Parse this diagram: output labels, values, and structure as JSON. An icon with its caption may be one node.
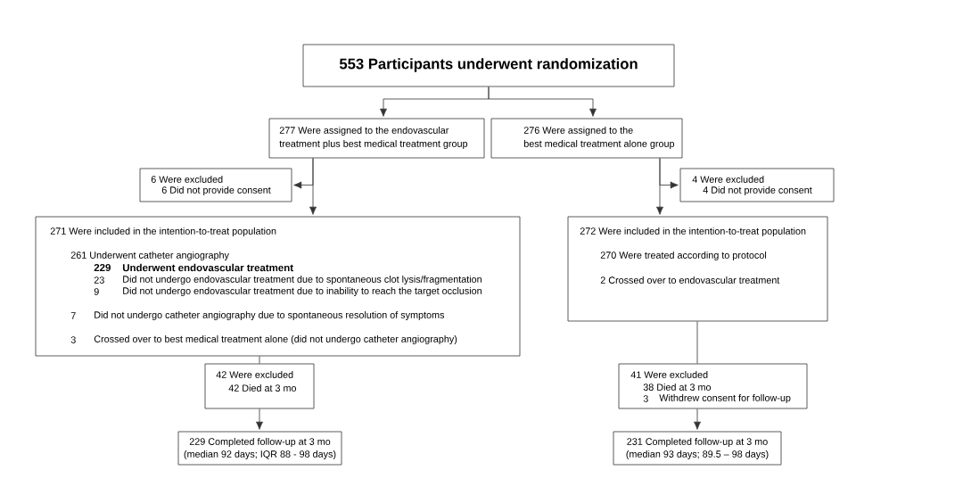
{
  "diagram": {
    "nodes": [
      {
        "text": [
          "553 Participants underwent randomization"
        ]
      },
      {
        "text": [
          "277 Were assigned to the endovascular",
          "treatment plus best medical treatment group"
        ]
      },
      {
        "text": [
          "276 Were assigned to the",
          "best medical treatment alone group"
        ]
      },
      {
        "text": [
          "6 Were excluded",
          "6 Did not provide consent"
        ]
      },
      {
        "text": [
          "4 Were excluded",
          "4 Did not provide consent"
        ]
      },
      {
        "text": [
          "271 Were included in the intention-to-treat population",
          "261 Underwent catheter angiography",
          "229",
          "Underwent endovascular treatment",
          "23",
          "Did not undergo endovascular treatment due to spontaneous clot lysis/fragmentation",
          "9",
          "Did not undergo endovascular treatment due to inability to reach the target occlusion",
          "7",
          "Did not undergo catheter angiography due to spontaneous resolution of symptoms",
          "3",
          "Crossed over to best medical treatment alone (did not undergo catheter angiography)"
        ]
      },
      {
        "text": [
          "272 Were included in the intention-to-treat population",
          "270 Were treated according to protocol",
          "2 Crossed over to endovascular treatment"
        ]
      },
      {
        "text": [
          "42 Were excluded",
          "42 Died at 3 mo"
        ]
      },
      {
        "text": [
          "41 Were excluded",
          "38 Died at 3 mo",
          "3",
          "Withdrew consent for follow-up"
        ]
      },
      {
        "text": [
          "229 Completed follow-up at 3 mo",
          "(median 92 days; IQR 88 - 98 days)"
        ]
      },
      {
        "text": [
          "231 Completed follow-up at 3 mo",
          "(median 93 days; 89.5 – 98 days)"
        ]
      }
    ],
    "edges": [
      {
        "from": 0,
        "to": 1,
        "arrow": "to"
      },
      {
        "from": 0,
        "to": 2,
        "arrow": "to"
      },
      {
        "from": 1,
        "to": 3,
        "arrow": "to"
      },
      {
        "from": 1,
        "to": 5,
        "arrow": "to"
      },
      {
        "from": 2,
        "to": 4,
        "arrow": "to"
      },
      {
        "from": 2,
        "to": 6,
        "arrow": "to"
      },
      {
        "from": 5,
        "to": 7,
        "arrow": "none"
      },
      {
        "from": 7,
        "to": 9,
        "arrow": "to"
      },
      {
        "from": 6,
        "to": 8,
        "arrow": "none"
      },
      {
        "from": 8,
        "to": 10,
        "arrow": "to"
      }
    ]
  }
}
